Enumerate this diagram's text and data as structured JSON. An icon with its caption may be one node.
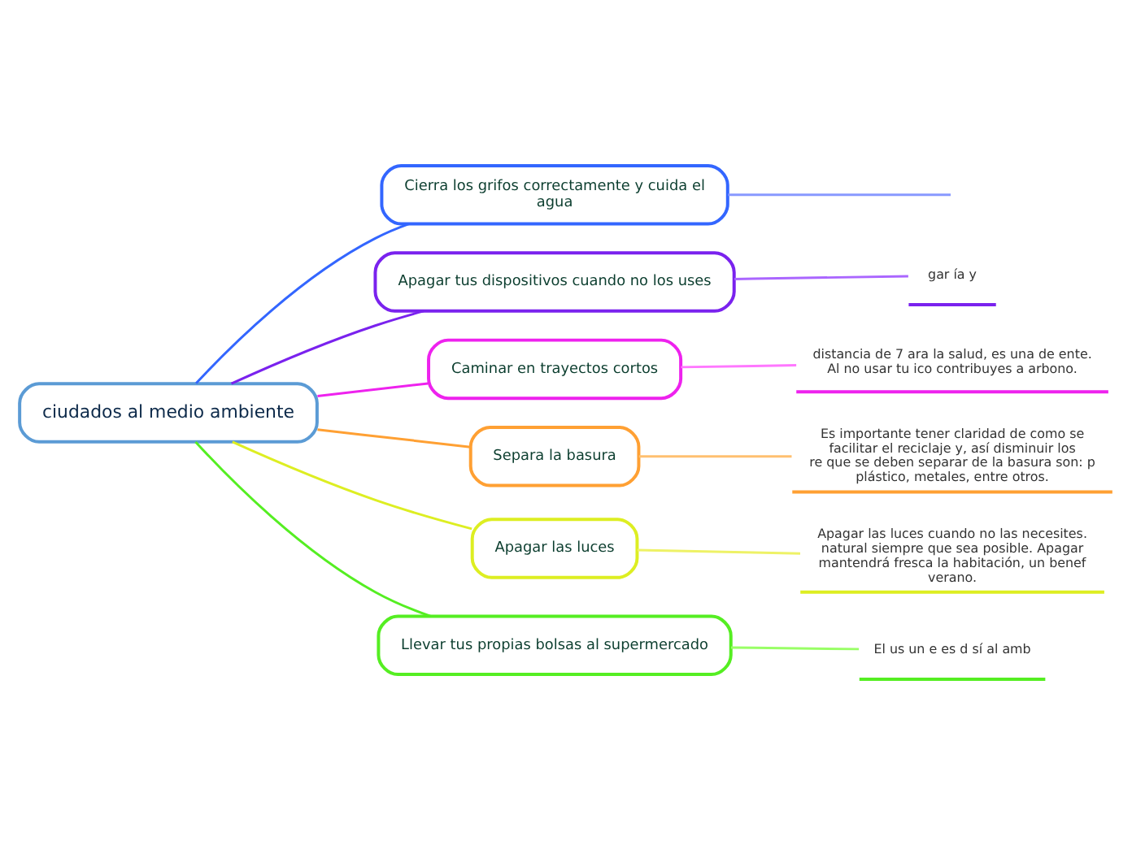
{
  "diagram": {
    "nodes": [
      {
        "text": [
          "ciudados al medio ambiente"
        ]
      },
      {
        "text": [
          "Cierra los grifos correctamente y cuida el agua"
        ]
      },
      {
        "text": [
          "Apagar tus dispositivos cuando no los uses"
        ]
      },
      {
        "text": [
          "Caminar en trayectos cortos"
        ]
      },
      {
        "text": [
          "Separa la basura"
        ]
      },
      {
        "text": [
          "Apagar las luces"
        ]
      },
      {
        "text": [
          "Llevar tus propias bolsas al supermercado"
        ]
      },
      {
        "text": [
          "gar ía y"
        ]
      },
      {
        "text": [
          "distancia de 7 ara la salud, es una de ente. Al no usar tu ico contribuyes a arbono."
        ]
      },
      {
        "text": [
          "Es importante tener claridad de como se facilitar el reciclaje y, así disminuir los re que se deben separar de la basura son: p plástico, metales, entre otros."
        ]
      },
      {
        "text": [
          "Apagar las luces cuando no las necesites. natural siempre que sea posible. Apagar mantendrá fresca la habitación, un benef verano."
        ]
      },
      {
        "text": [
          "El us un e es d sí al amb"
        ]
      }
    ],
    "edges": [
      {
        "from": 0,
        "to": 1,
        "arrow": "none",
        "color": "#3366ff"
      },
      {
        "from": 0,
        "to": 2,
        "arrow": "none",
        "color": "#7a22ee"
      },
      {
        "from": 0,
        "to": 3,
        "arrow": "none",
        "color": "#ee22ee"
      },
      {
        "from": 0,
        "to": 4,
        "arrow": "none",
        "color": "#ffa033"
      },
      {
        "from": 0,
        "to": 5,
        "arrow": "none",
        "color": "#ddee22"
      },
      {
        "from": 0,
        "to": 6,
        "arrow": "none",
        "color": "#55ee22"
      },
      {
        "from": 1,
        "to": null,
        "arrow": "none",
        "color": "#8899ff"
      },
      {
        "from": 2,
        "to": 7,
        "arrow": "none",
        "color": "#aa66ff"
      },
      {
        "from": 3,
        "to": 8,
        "arrow": "none",
        "color": "#ff77ff"
      },
      {
        "from": 4,
        "to": 9,
        "arrow": "none",
        "color": "#ffc070"
      },
      {
        "from": 5,
        "to": 10,
        "arrow": "none",
        "color": "#eef266"
      },
      {
        "from": 6,
        "to": 11,
        "arrow": "none",
        "color": "#99ff66"
      }
    ]
  }
}
